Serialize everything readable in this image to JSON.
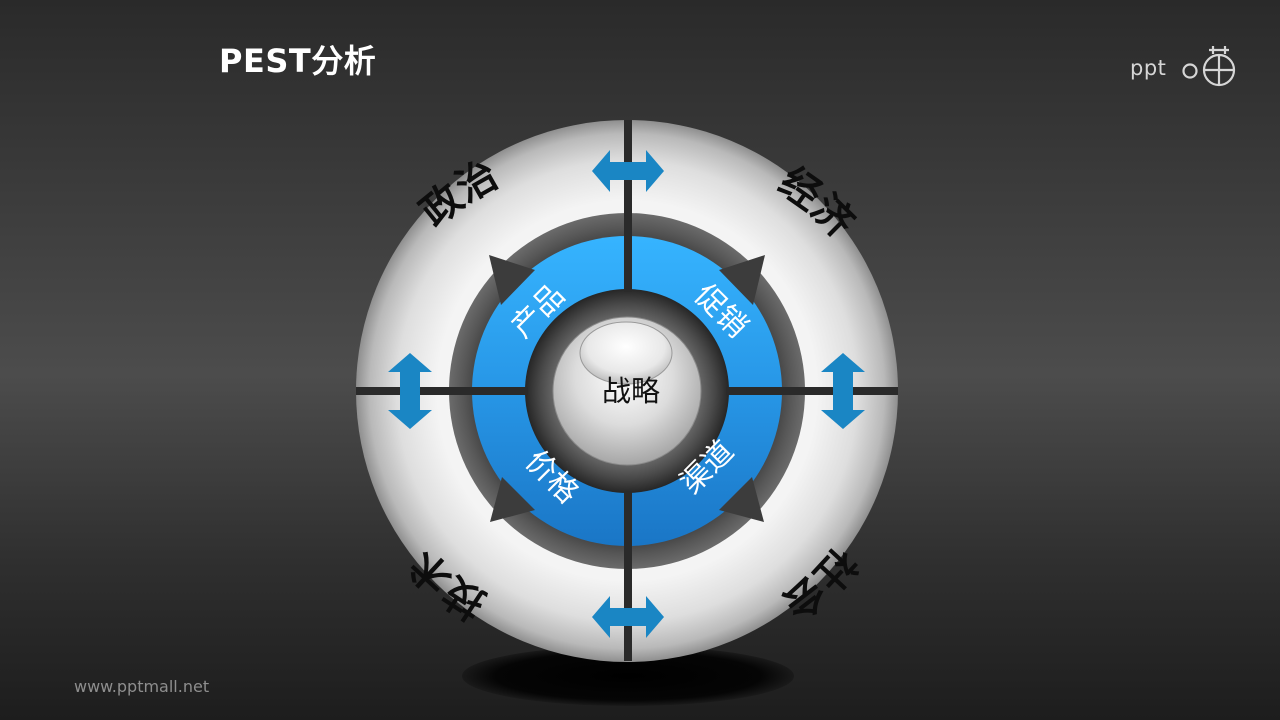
{
  "title": "PEST分析",
  "logo": {
    "text": "ppt",
    "icon": "ppt-mall-logo-icon"
  },
  "footer": {
    "url": "www.pptmall.net"
  },
  "diagram": {
    "center": "战略",
    "outer": {
      "political": "政治",
      "economic": "经济",
      "social": "社会",
      "technological": "技术"
    },
    "inner": {
      "product": "产品",
      "promotion": "促销",
      "place": "渠道",
      "price": "价格"
    },
    "colors": {
      "accent_blue": "#2e9be8",
      "arrow_blue": "#1a86c4",
      "ring_silver": "#e6e6e6"
    }
  }
}
